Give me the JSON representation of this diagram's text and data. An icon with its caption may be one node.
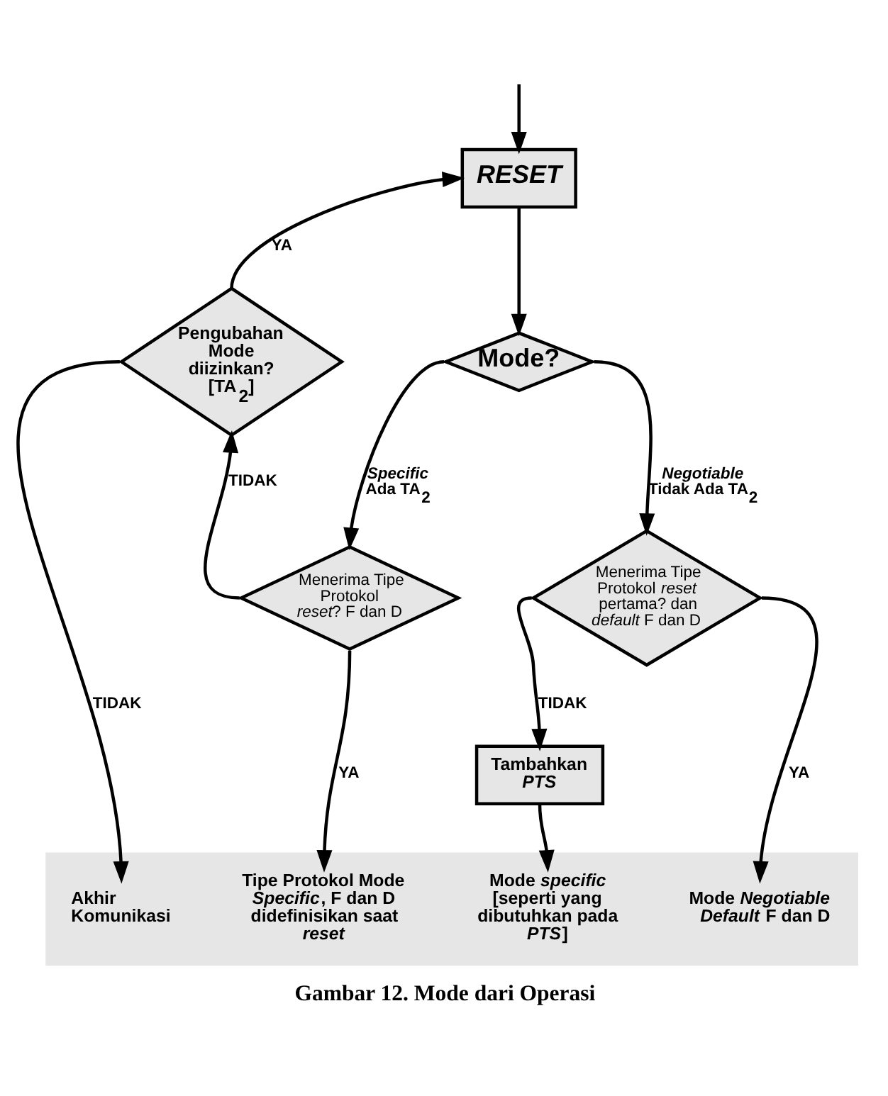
{
  "diagram": {
    "caption": "Gambar 12. Mode dari Operasi",
    "nodes": [
      {
        "text": [
          "RESET"
        ]
      },
      {
        "text": [
          "Pengubahan Mode diizinkan? [TA$_{2}$]"
        ]
      },
      {
        "text": [
          "Mode?"
        ]
      },
      {
        "text": [
          "Menerima Tipe Protokol *reset*? F dan D"
        ]
      },
      {
        "text": [
          "Menerima Tipe Protokol *reset* pertama? dan *default* F dan D"
        ]
      },
      {
        "text": [
          "Tambahkan *PTS*"
        ]
      },
      {
        "text": [],
        "shape": "bar"
      },
      {
        "text": [
          "Akhir Komunikasi"
        ],
        "in": 6
      },
      {
        "text": [
          "Tipe Protokol Mode *Specific*, F dan D didefinisikan saat *reset*"
        ],
        "in": 6
      },
      {
        "text": [
          "Mode *specific* [seperti yang dibutuhkan pada *PTS*]"
        ],
        "in": 6
      },
      {
        "text": [
          "Mode *Negotiable Default* F dan D"
        ],
        "in": 6
      }
    ],
    "edges": [
      {
        "from": null,
        "to": 0,
        "arrow": "to"
      },
      {
        "from": 0,
        "to": 2,
        "arrow": "to"
      },
      {
        "from": 1,
        "to": 0,
        "arrow": "to",
        "label": "YA"
      },
      {
        "from": 1,
        "to": 7,
        "arrow": "to",
        "label": "TIDAK"
      },
      {
        "from": 2,
        "to": 3,
        "arrow": "to",
        "label": "*Specific* Ada TA$_{2}$"
      },
      {
        "from": 2,
        "to": 4,
        "arrow": "to",
        "label": "*Negotiable* Tidak Ada TA$_{2}$"
      },
      {
        "from": 3,
        "to": 1,
        "arrow": "to",
        "label": "TIDAK"
      },
      {
        "from": 3,
        "to": 8,
        "arrow": "to",
        "label": "YA"
      },
      {
        "from": 4,
        "to": 5,
        "arrow": "to",
        "label": "TIDAK"
      },
      {
        "from": 4,
        "to": 10,
        "arrow": "to",
        "label": "YA"
      },
      {
        "from": 5,
        "to": 9,
        "arrow": "to"
      }
    ]
  }
}
